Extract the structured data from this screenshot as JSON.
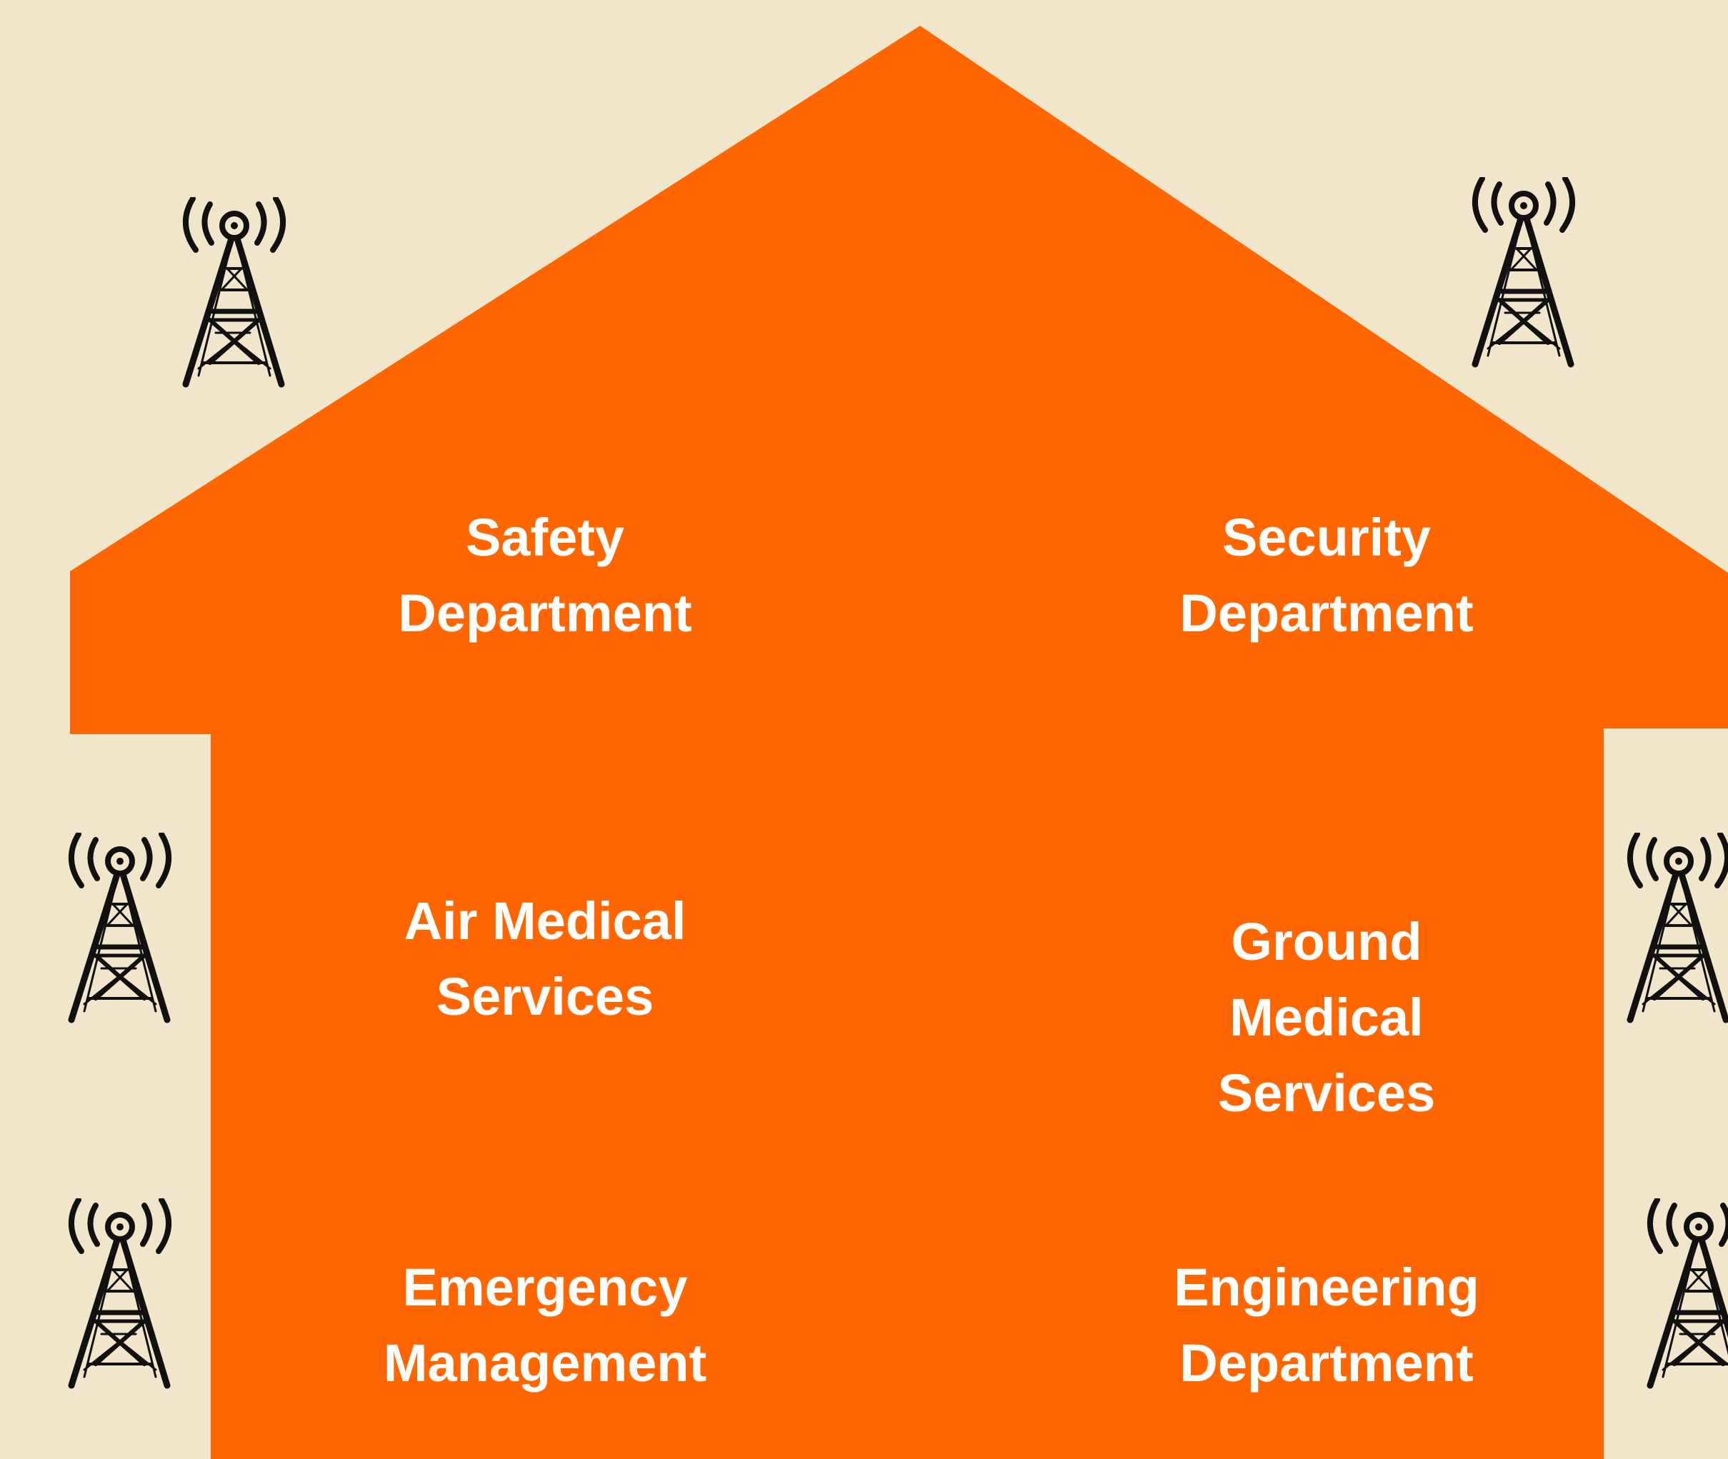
{
  "colors": {
    "background": "#F1E6CC",
    "house": "#FF6600",
    "text": "#FFFFFF",
    "tower": "#111111"
  },
  "departments": [
    {
      "label": "Safety\nDepartment"
    },
    {
      "label": "Security\nDepartment"
    },
    {
      "label": "Air Medical\nServices"
    },
    {
      "label": "Ground\nMedical\nServices"
    },
    {
      "label": "Emergency\nManagement"
    },
    {
      "label": "Engineering\nDepartment"
    }
  ],
  "icons": {
    "tower": "radio-tower-icon"
  }
}
